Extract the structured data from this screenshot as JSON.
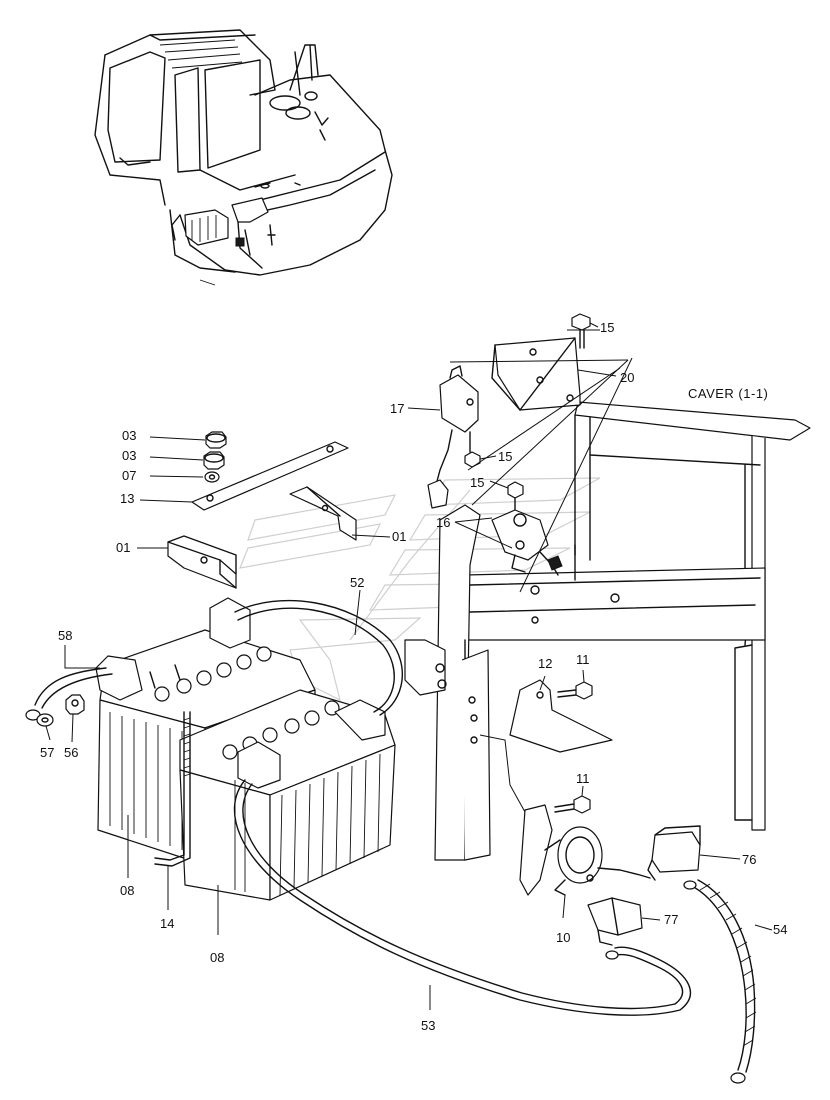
{
  "diagram": {
    "title": "CAVER (1-1)",
    "callouts": {
      "c01a": "01",
      "c01b": "01",
      "c03a": "03",
      "c03b": "03",
      "c07": "07",
      "c08a": "08",
      "c08b": "08",
      "c10": "10",
      "c11a": "11",
      "c11b": "11",
      "c12": "12",
      "c13": "13",
      "c14": "14",
      "c15a": "15",
      "c15b": "15",
      "c15c": "15",
      "c16": "16",
      "c17": "17",
      "c20": "20",
      "c52": "52",
      "c53": "53",
      "c54": "54",
      "c56": "56",
      "c57": "57",
      "c58": "58",
      "c76": "76",
      "c77": "77"
    }
  }
}
